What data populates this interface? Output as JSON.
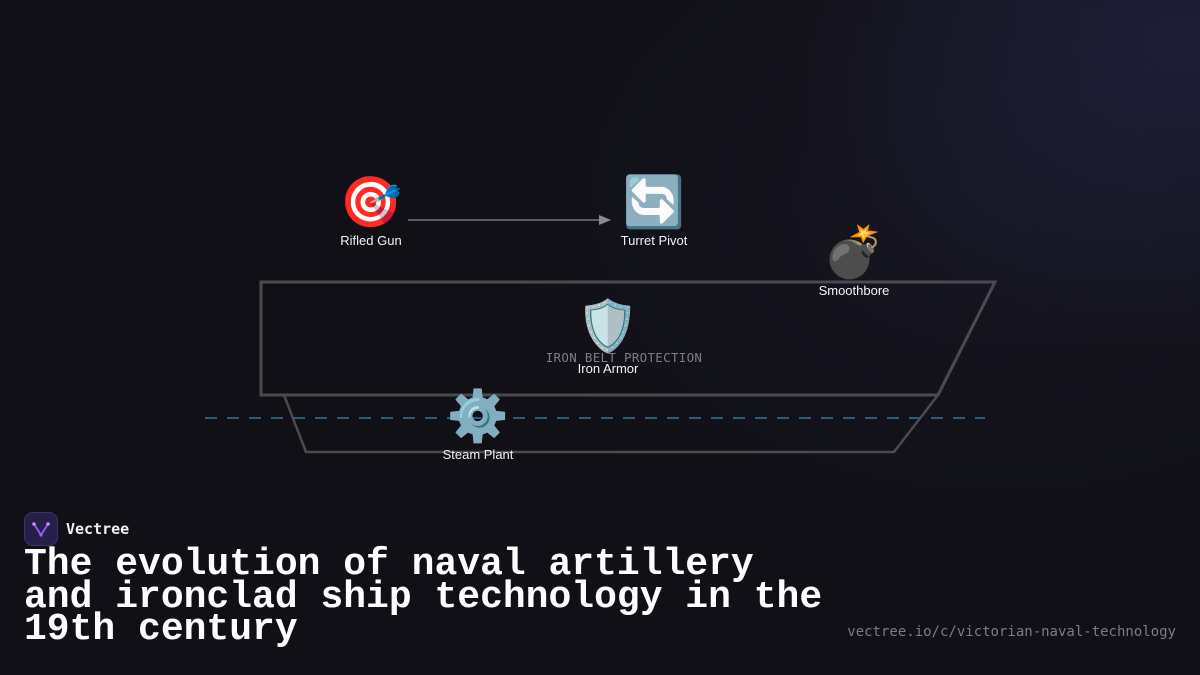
{
  "brand": {
    "name": "Vectree",
    "logo_icon": "vectree-logo-icon",
    "accent": "#9b5cff"
  },
  "title": "The evolution of naval artillery and ironclad ship technology in the 19th century",
  "url": "vectree.io/c/victorian-naval-technology",
  "diagram": {
    "zone_label": "IRON BELT PROTECTION",
    "nodes": {
      "rifled_gun": {
        "label": "Rifled Gun",
        "icon": "🎯",
        "icon_name": "target-icon"
      },
      "turret_pivot": {
        "label": "Turret Pivot",
        "icon": "🔄",
        "icon_name": "rotate-arrows-icon"
      },
      "smoothbore": {
        "label": "Smoothbore",
        "icon": "💣",
        "icon_name": "bomb-icon"
      },
      "iron_armor": {
        "label": "Iron Armor",
        "icon": "🛡️",
        "icon_name": "shield-icon"
      },
      "steam_plant": {
        "label": "Steam Plant",
        "icon": "⚙️",
        "icon_name": "gear-icon"
      }
    },
    "edges": [
      {
        "from": "rifled_gun",
        "to": "turret_pivot"
      }
    ],
    "colors": {
      "hull_outline": "#4a4a4f",
      "waterline": "#2e5a78",
      "edge": "#8a8a8f"
    }
  }
}
